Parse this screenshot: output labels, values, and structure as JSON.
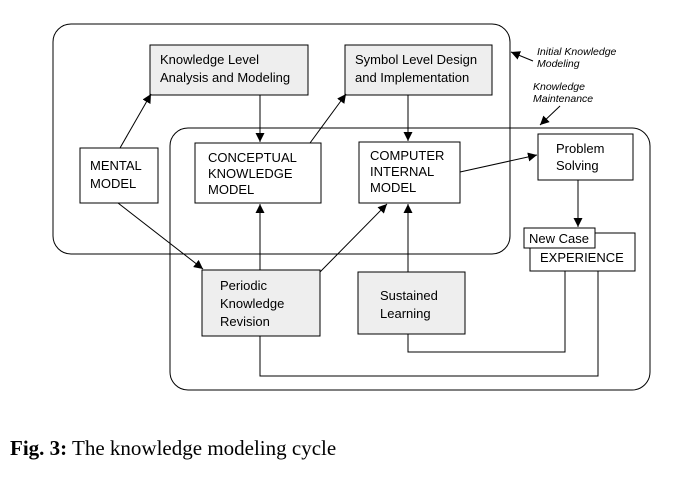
{
  "regions": {
    "initial_label": [
      "Initial Knowledge",
      "Modeling"
    ],
    "maintenance_label": [
      "Knowledge",
      "Maintenance"
    ]
  },
  "nodes": {
    "klam": [
      "Knowledge Level",
      "Analysis and Modeling"
    ],
    "sldi": [
      "Symbol Level Design",
      "and Implementation"
    ],
    "mental": [
      "MENTAL",
      "MODEL"
    ],
    "ckm": [
      "CONCEPTUAL",
      "KNOWLEDGE",
      "MODEL"
    ],
    "cim": [
      "COMPUTER",
      "INTERNAL",
      "MODEL"
    ],
    "ps": [
      "Problem",
      "Solving"
    ],
    "newcase": [
      "New Case"
    ],
    "experience": [
      "EXPERIENCE"
    ],
    "pkr": [
      "Periodic",
      "Knowledge",
      "Revision"
    ],
    "sl": [
      "Sustained",
      "Learning"
    ]
  },
  "caption": {
    "label": "Fig. 3:",
    "text": " The knowledge modeling cycle"
  },
  "colors": {
    "shaded_box": "#eeeeee",
    "line": "#000000"
  }
}
